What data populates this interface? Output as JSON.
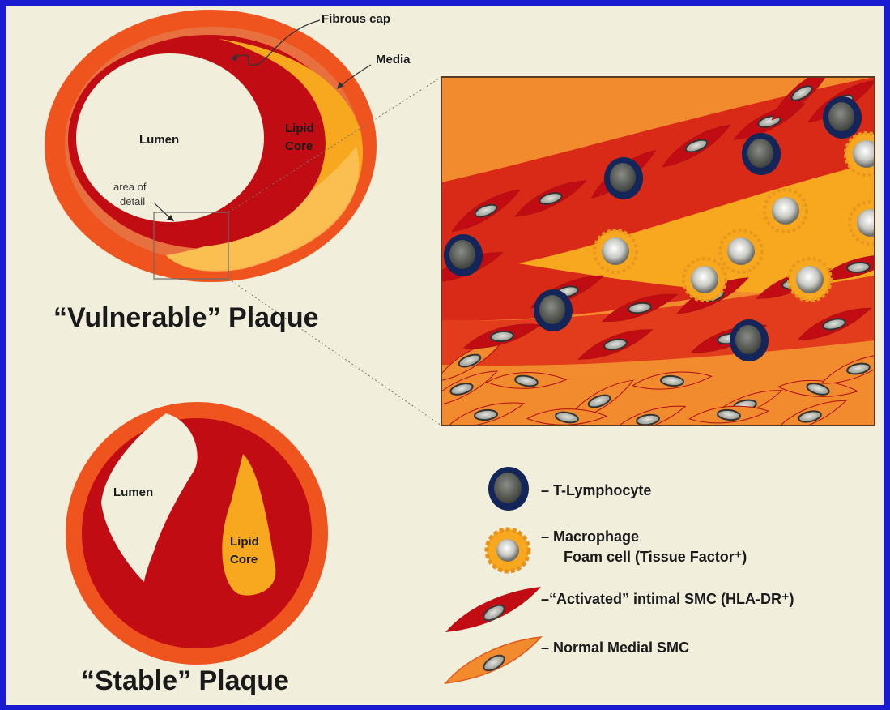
{
  "colors": {
    "frame": "#1a1ad0",
    "paper": "#f1eedc",
    "outer_orange": "#f0541e",
    "dark_red": "#c20c14",
    "lipid_orange": "#f7a81f",
    "pale_orange": "#fbc35a",
    "medial_orange": "#f28a2e",
    "t_cell_navy": "#14255a"
  },
  "vulnerable": {
    "title": "“Vulnerable” Plaque",
    "lumen": "Lumen",
    "lipid_line1": "Lipid",
    "lipid_line2": "Core",
    "fibrous_cap": "Fibrous cap",
    "media": "Media",
    "area_line1": "area of",
    "area_line2": "detail"
  },
  "stable": {
    "title": "“Stable” Plaque",
    "lumen": "Lumen",
    "lipid_line1": "Lipid",
    "lipid_line2": "Core"
  },
  "legend": {
    "t_lymphocyte": "– T-Lymphocyte",
    "macrophage_line1": "– Macrophage",
    "macrophage_line2": "Foam cell  (Tissue Factor⁺)",
    "activated_smc": "–“Activated” intimal SMC (HLA-DR⁺)",
    "normal_smc": "– Normal Medial SMC"
  },
  "icons": {
    "t_lymphocyte": "t-lymphocyte-icon",
    "macrophage": "macrophage-foam-cell-icon",
    "activated_smc": "activated-smc-icon",
    "normal_smc": "normal-smc-icon"
  }
}
